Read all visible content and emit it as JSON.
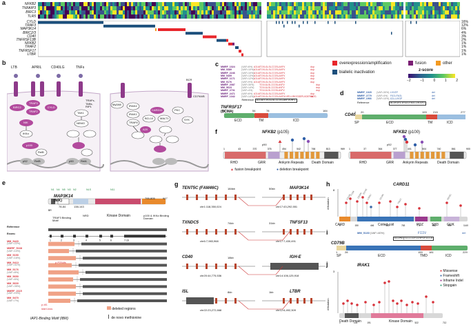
{
  "panels": {
    "a": "a",
    "b": "b",
    "c": "c",
    "d": "d",
    "e": "e",
    "f": "f",
    "g": "g",
    "h": "h",
    "i": "i",
    "j": "j"
  },
  "panel_a": {
    "heatmap_genes": [
      "NFKB2",
      "TNFAIP3",
      "BIRC3",
      "TLR5"
    ],
    "alteration_genes": [
      "CYLD",
      "TRAF3",
      "MAP3K14",
      "BIRC2/3",
      "CD40",
      "TNFRSF13B",
      "NFKB2",
      "TRAF2",
      "TNFRSF17",
      "LTBR"
    ],
    "alteration_pcts": [
      "16%",
      "12%",
      "6%",
      "4%",
      "3%",
      "2%",
      "1%",
      "1%",
      "1%",
      "1%"
    ],
    "legend": {
      "overexpression": "overexpression/amplification",
      "fusion": "fusion",
      "other": "other",
      "biallelic": "biallelic inactivation",
      "zscore": "z-score",
      "ticks": [
        "−2",
        "−1",
        "0",
        "1",
        "2"
      ]
    }
  },
  "panel_b": {
    "receptors": [
      "LTB",
      "APRIL",
      "CD40LG",
      "TNFs"
    ],
    "tnf_sub": [
      "TRAFs,",
      "TABs,",
      "RIP1"
    ],
    "receptor_labels": [
      "LTBR",
      "TACI",
      "BCMA",
      "CD40",
      "TNFR",
      "TLR/IL-1R",
      "BCR",
      "CD79A/B"
    ],
    "nodes": [
      "BIRC2",
      "TRAF3",
      "TRAF2",
      "CYLD",
      "NIK",
      "IKKα",
      "IKKα",
      "IKKβ",
      "IKKγ",
      "TAK1",
      "NEMO",
      "p100",
      "RelB",
      "p50",
      "RelA",
      "MyD88",
      "IRAK4",
      "IRAK1",
      "TRAF6",
      "A20",
      "BCL10",
      "MALT1",
      "CARD11",
      "PKC",
      "SYK",
      "TAK1",
      "NEMO",
      "IKKα",
      "IKKβ",
      "IκBα",
      "p50",
      "RelA",
      "p52",
      "RelB",
      "p50",
      "RelA"
    ]
  },
  "panel_c": {
    "gene": "TNFRSF17",
    "gene_sub": "(BCMA)",
    "samples": [
      "MMRF_1024",
      "MM_5389",
      "MMRF_2246",
      "MM_5409",
      "MMRF_1171",
      "MM_5176",
      "MMRF_2087",
      "MM_5623",
      "MMRF_2731",
      "MMRF_2471",
      "MMRF_1342"
    ],
    "vafs": [
      "(VAF=6%)",
      "(VAF=10%)",
      "(VAF=10%)",
      "(VAF=13%)",
      "(VAF=12%)",
      "(VAF=9%)",
      "(VAF=30%)",
      "(VAF=14%)",
      "(VAF=4%)",
      "(VAF=6%)",
      "(VAF=14%)"
    ],
    "seqs": [
      "AILWTCVLGLSLIIISLAVFV",
      "AILWTCVLGLSLIIISLAVFV",
      "AILWTCVLGLSLIIISLAVFV",
      "AILWTCVLGLSLIIISLAVFV",
      "AILWTCVLGLSLIIISLAVFV",
      "AILWTCVLGLSLIIISLAVFV",
      "TCVLGLSLIIISLAVFV",
      "TCVLGLSLIIISLAVFV",
      "TCVLGLSLIIISLAVFV",
      "AILWTCVLGLSLIIISLAVFV",
      "AILWTCVLGLSLIIISLAVFVLMFLLRKISSEPLKDEFKNTG"
    ],
    "types": [
      "dup",
      "dup",
      "dup",
      "dup",
      "dup",
      "dup",
      "dup",
      "dup",
      "dup",
      "dup",
      "ins"
    ],
    "reference_label": "Reference",
    "reference_seq": "AILWTCVLGLSLIIISLAVFVLMFL",
    "domains": [
      "ECD",
      "TM",
      "ICD"
    ],
    "ticks": [
      "1",
      "54",
      "78",
      "184"
    ]
  },
  "panel_d": {
    "gene": "CD40",
    "samples": [
      "MMRF_1029",
      "MMRF_2779",
      "MMRF_1966"
    ],
    "vafs": [
      "(VAF=30%)",
      "(VAF=4%)",
      "(VAF=10%)"
    ],
    "seqs": [
      "LVVIP",
      "FGILFAIL",
      "GILLVVIP"
    ],
    "types": [
      "del",
      "del",
      "del"
    ],
    "reference_label": "Reference",
    "reference_seq": "ALVVIPIIFGILFAILLVLVFI",
    "domains": [
      "SP",
      "ECD",
      "TM",
      "ICD"
    ],
    "ticks": [
      "1",
      "20",
      "193",
      "215",
      "277"
    ]
  },
  "panel_e": {
    "gene": "MAP3K14",
    "gene_sub": "(NIK)",
    "top_labels": [
      "N1",
      "N4",
      "N5",
      "N3",
      "N2",
      "NLS",
      "N6",
      "N11",
      "T"
    ],
    "positions": [
      "78-84",
      "138-143",
      "795-805",
      "947"
    ],
    "domains": [
      "BR",
      "TRAF3 Binding Motif",
      "NRD",
      "Kinase Domain",
      "p100 & IKKα Binding Domain"
    ],
    "exon_numbers": [
      "1",
      "2",
      "3",
      "4",
      "5",
      "6",
      "7-16"
    ],
    "rows": [
      "Reference",
      "Exons:",
      "MM_5420",
      "MMRF_5168",
      "MM_5190",
      "MM_5413",
      "MM_5176",
      "MM_5650",
      "MM_5600",
      "MMRF_2115",
      "MM_5470"
    ],
    "row_vafs": [
      "",
      "",
      "(VAF=22%)",
      "(VAF=10%)",
      "(VAF=16%)",
      "(VAF=41%)",
      "(VAF=8%)",
      "(VAF=6%)",
      "(VAF=35%)",
      "(VAF=10%)",
      "(VAF=7%)"
    ],
    "annotations": [
      "p.P254fs",
      "start-loss",
      "p.dl1"
    ],
    "footer": "IAP1-Binding Motif (IBM)",
    "legend_deleted": "deleted regions",
    "legend_denovo": "de novo methionine"
  },
  "panel_f": {
    "gene1": "NFKB2",
    "gene1_sub": "(p105)",
    "gene2": "NFKB2",
    "gene2_sub": "(p100)",
    "domains1": [
      "RHD",
      "GRR",
      "Ankyrin Repeats",
      "Death Domain"
    ],
    "domains2": [
      "RHD",
      "GRR",
      "Ankyrin Repeats",
      "Death Domain"
    ],
    "ticks1": [
      "1",
      "43",
      "370",
      "376",
      "454",
      "542",
      "766",
      "813",
      "969"
    ],
    "ticks2": [
      "1",
      "37",
      "364",
      "377",
      "401",
      "504",
      "740",
      "861",
      "900"
    ],
    "label_p50": "p50",
    "label_p52": "p52",
    "legend_fusion": "fusion breakpoint",
    "legend_deletion": "deletion breakpoint"
  },
  "panel_g": {
    "loci": [
      {
        "g1": "TENT5C (FAM46C)",
        "g2": "MAP3K14",
        "dist": "184kb",
        "dist2": "50kb",
        "coord1": "chr1:118,350,024",
        "coord2": "chr17:43,292,551"
      },
      {
        "g1": "TXNDC5",
        "g2": "TNFSF13",
        "dist": "74kb",
        "dist2": "31kb",
        "coord1": "chr6:7,983,968",
        "coord2": "chr17:7,430,491"
      },
      {
        "g1": "CD40",
        "g2": "IGH-E",
        "dist": "18kb",
        "dist2": "",
        "coord1": "chr20:44,775,536",
        "coord2": "chr14:106,125,918"
      },
      {
        "g1": "ISL",
        "g2": "LTBR",
        "dist": "8kb",
        "dist2": "1kb",
        "coord1": "chr22:23,272,668",
        "coord2": "chr12:6,492,309"
      }
    ]
  },
  "panel_h": {
    "gene": "CARD11",
    "ylabel": "#Mutation",
    "domains": [
      "CARD",
      "Coiled-coil",
      "PDZ",
      "SH3",
      "GUK"
    ],
    "ticks": [
      "0",
      "150",
      "446",
      "680",
      "763",
      "772",
      "866",
      "951",
      "1140"
    ],
    "ymax": "8",
    "mut_labels": [
      "G116S",
      "F130I",
      "D230N",
      "E274K",
      "L232LI",
      "S214fs",
      "Y361C",
      "R974C"
    ]
  },
  "panel_i": {
    "gene": "CD79B",
    "sample": "MM_5130",
    "vaf": "(VAF=40%)",
    "seq": "FIIV",
    "type": "del",
    "reference_seq": "GIIMIQTLLIIIFIIVPIFLLLD",
    "domains": [
      "SP",
      "ECD",
      "TMD",
      "ICD"
    ],
    "ticks": [
      "1",
      "28",
      "159",
      "181",
      "229"
    ]
  },
  "panel_j": {
    "gene": "IRAK1",
    "ylabel": "#Mutation",
    "domains": [
      "Death Domain",
      "Kinase Domain"
    ],
    "ticks": [
      "1",
      "103",
      "191",
      "522",
      "712"
    ],
    "ymax": "3",
    "legend": [
      "Missense",
      "Frameshift",
      "Inframe Indel",
      "Stopgain"
    ],
    "legend_colors": [
      "#d8343c",
      "#3c6aa8",
      "#9a3a8e",
      "#3aa27a"
    ]
  },
  "colors": {
    "overexpression": "#e8262b",
    "fusion": "#7a1e74",
    "other": "#f39a21",
    "biallelic": "#1c4f7c",
    "pink": "#c52e8e",
    "orange": "#e98a2c",
    "green": "#5fae6c",
    "blue": "#3a74b7"
  }
}
